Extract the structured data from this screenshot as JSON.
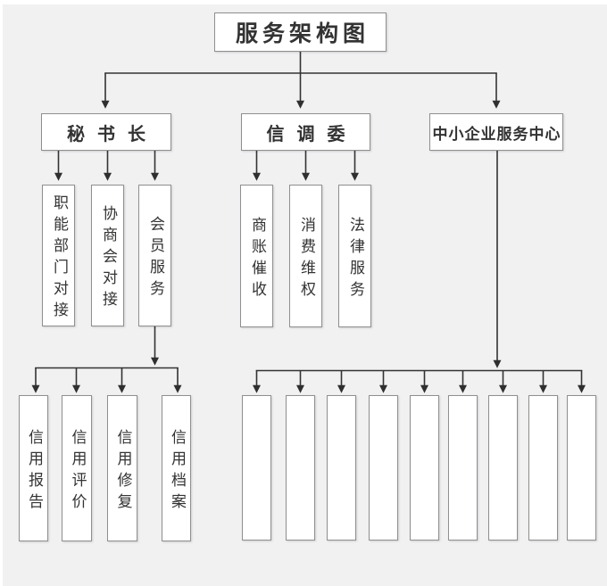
{
  "diagram": {
    "title": "服务架构图",
    "level2": [
      {
        "label": "秘书长"
      },
      {
        "label": "信调委"
      },
      {
        "label": "中小企业服务中心"
      }
    ],
    "secretary_children": [
      "职能部门对接",
      "协商会对接",
      "会员服务"
    ],
    "mediation_children": [
      "商账催收",
      "消费维权",
      "法律服务"
    ],
    "member_service_children": [
      "信用报告",
      "信用评价",
      "信用修复",
      "信用档案"
    ],
    "sme_center_empty_slot_count": 9
  },
  "colors": {
    "background": "#f1f1f2",
    "box_fill": "#ffffff",
    "box_border": "#8f8f8f",
    "line": "#333333",
    "arrow": "#2f2f2f",
    "text": "#333333"
  }
}
